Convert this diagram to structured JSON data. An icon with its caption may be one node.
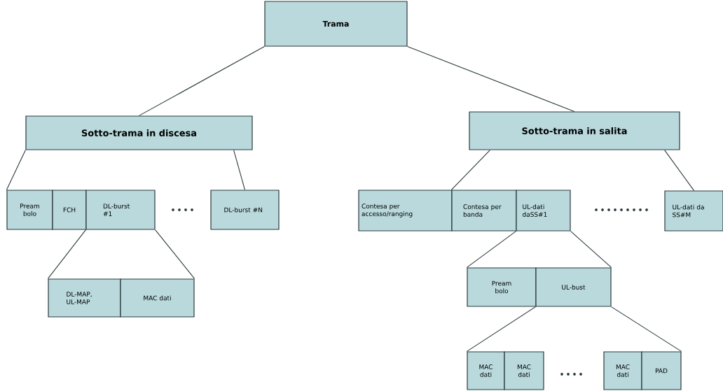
{
  "diagram": {
    "nodes": [
      {
        "text": [
          "Trama"
        ]
      },
      {
        "text": [
          "Sotto-trama in discesa"
        ]
      },
      {
        "text": [
          "Sotto-trama in salita"
        ]
      },
      {
        "text": [
          "Pream bolo"
        ]
      },
      {
        "text": [
          "FCH"
        ]
      },
      {
        "text": [
          "DL-burst #1"
        ]
      },
      {
        "text": [
          "DL-burst #N"
        ]
      },
      {
        "text": [
          "Contesa per accesso/ranging"
        ]
      },
      {
        "text": [
          "Contesa per banda"
        ]
      },
      {
        "text": [
          "UL-dati daSS#1"
        ]
      },
      {
        "text": [
          "UL-dati da SS#M"
        ]
      },
      {
        "text": [
          "DL-MAP, UL-MAP"
        ]
      },
      {
        "text": [
          "MAC dati"
        ]
      },
      {
        "text": [
          "Pream bolo"
        ]
      },
      {
        "text": [
          "UL-bust"
        ]
      },
      {
        "text": [
          "MAC dati"
        ]
      },
      {
        "text": [
          "MAC dati"
        ]
      },
      {
        "text": [
          "MAC dati"
        ]
      },
      {
        "text": [
          "PAD"
        ]
      }
    ],
    "edges": [
      {
        "from": 0,
        "to": 1,
        "arrow": "none"
      },
      {
        "from": 0,
        "to": 2,
        "arrow": "none"
      },
      {
        "from": 1,
        "to": 3,
        "arrow": "none"
      },
      {
        "from": 1,
        "to": 6,
        "arrow": "none"
      },
      {
        "from": 2,
        "to": 8,
        "arrow": "none"
      },
      {
        "from": 2,
        "to": 10,
        "arrow": "none"
      },
      {
        "from": 5,
        "to": 11,
        "arrow": "none"
      },
      {
        "from": 5,
        "to": 12,
        "arrow": "none"
      },
      {
        "from": 9,
        "to": 13,
        "arrow": "none"
      },
      {
        "from": 9,
        "to": 14,
        "arrow": "none"
      },
      {
        "from": 14,
        "to": 15,
        "arrow": "none"
      },
      {
        "from": 14,
        "to": 18,
        "arrow": "none"
      }
    ]
  }
}
